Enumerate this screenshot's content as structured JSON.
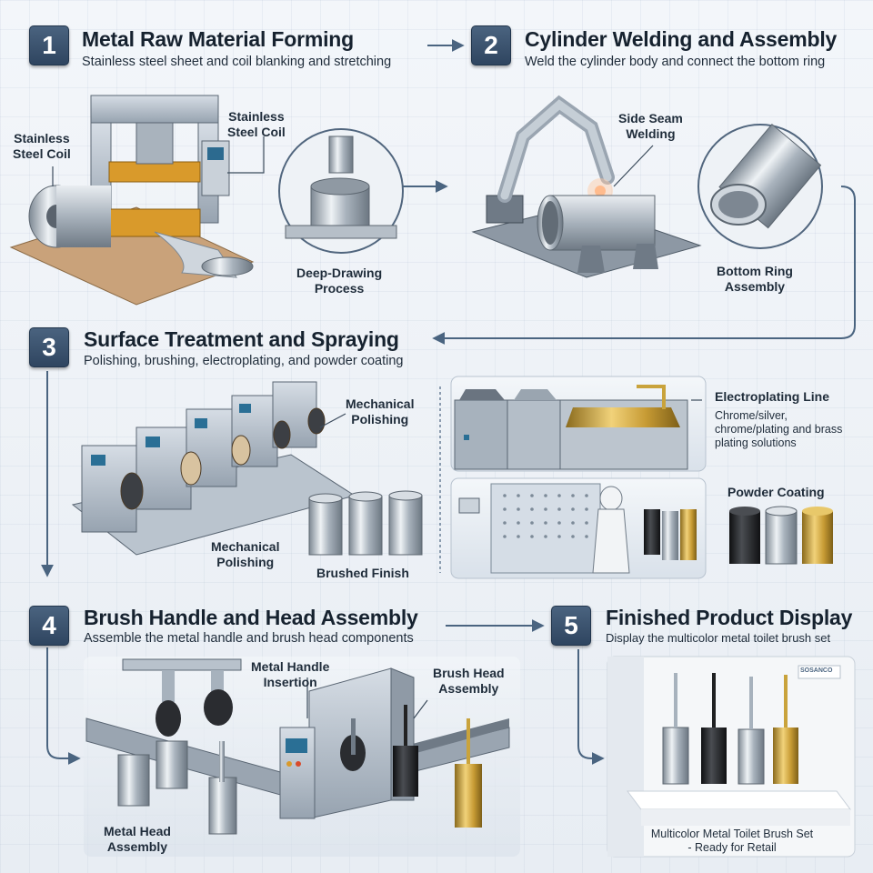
{
  "steps": [
    {
      "num": "1",
      "title": "Metal Raw Material Forming",
      "subtitle": "Stainless steel sheet and coil blanking and stretching"
    },
    {
      "num": "2",
      "title": "Cylinder Welding and Assembly",
      "subtitle": "Weld the cylinder body and connect the bottom ring"
    },
    {
      "num": "3",
      "title": "Surface Treatment and Spraying",
      "subtitle": "Polishing, brushing, electroplating, and powder coating"
    },
    {
      "num": "4",
      "title": "Brush Handle and Head Assembly",
      "subtitle": "Assemble the metal handle and brush head components"
    },
    {
      "num": "5",
      "title": "Finished Product Display",
      "subtitle": "Display the multicolor metal toilet brush set"
    }
  ],
  "labels": {
    "stainless_coil_left": "Stainless\nSteel Coil",
    "stainless_coil_right": "Stainless\nSteel Coil",
    "deep_drawing": "Deep-Drawing\nProcess",
    "side_seam": "Side Seam\nWelding",
    "bottom_ring": "Bottom Ring\nAssembly",
    "mech_polishing_top": "Mechanical\nPolishing",
    "mech_polishing_bottom": "Mechanical\nPolishing",
    "brushed_finish": "Brushed Finish",
    "electroplating": "Electroplating Line",
    "electroplating_desc": "Chrome/silver,\nchrome/plating and brass\nplating solutions",
    "powder_coating": "Powder Coating",
    "metal_handle": "Metal Handle\nInsertion",
    "brush_head": "Brush Head\nAssembly",
    "metal_head": "Metal Head\nAssembly",
    "display_sign": "SOSANCO",
    "finished_caption": "Multicolor Metal Toilet Brush Set\n- Ready for Retail"
  },
  "colors": {
    "badge": "#3b536f",
    "arrow": "#4a6480",
    "steel": "#b9c2cc",
    "black": "#1f2022",
    "gold": "#c9a33c",
    "orange": "#d99a2b"
  }
}
